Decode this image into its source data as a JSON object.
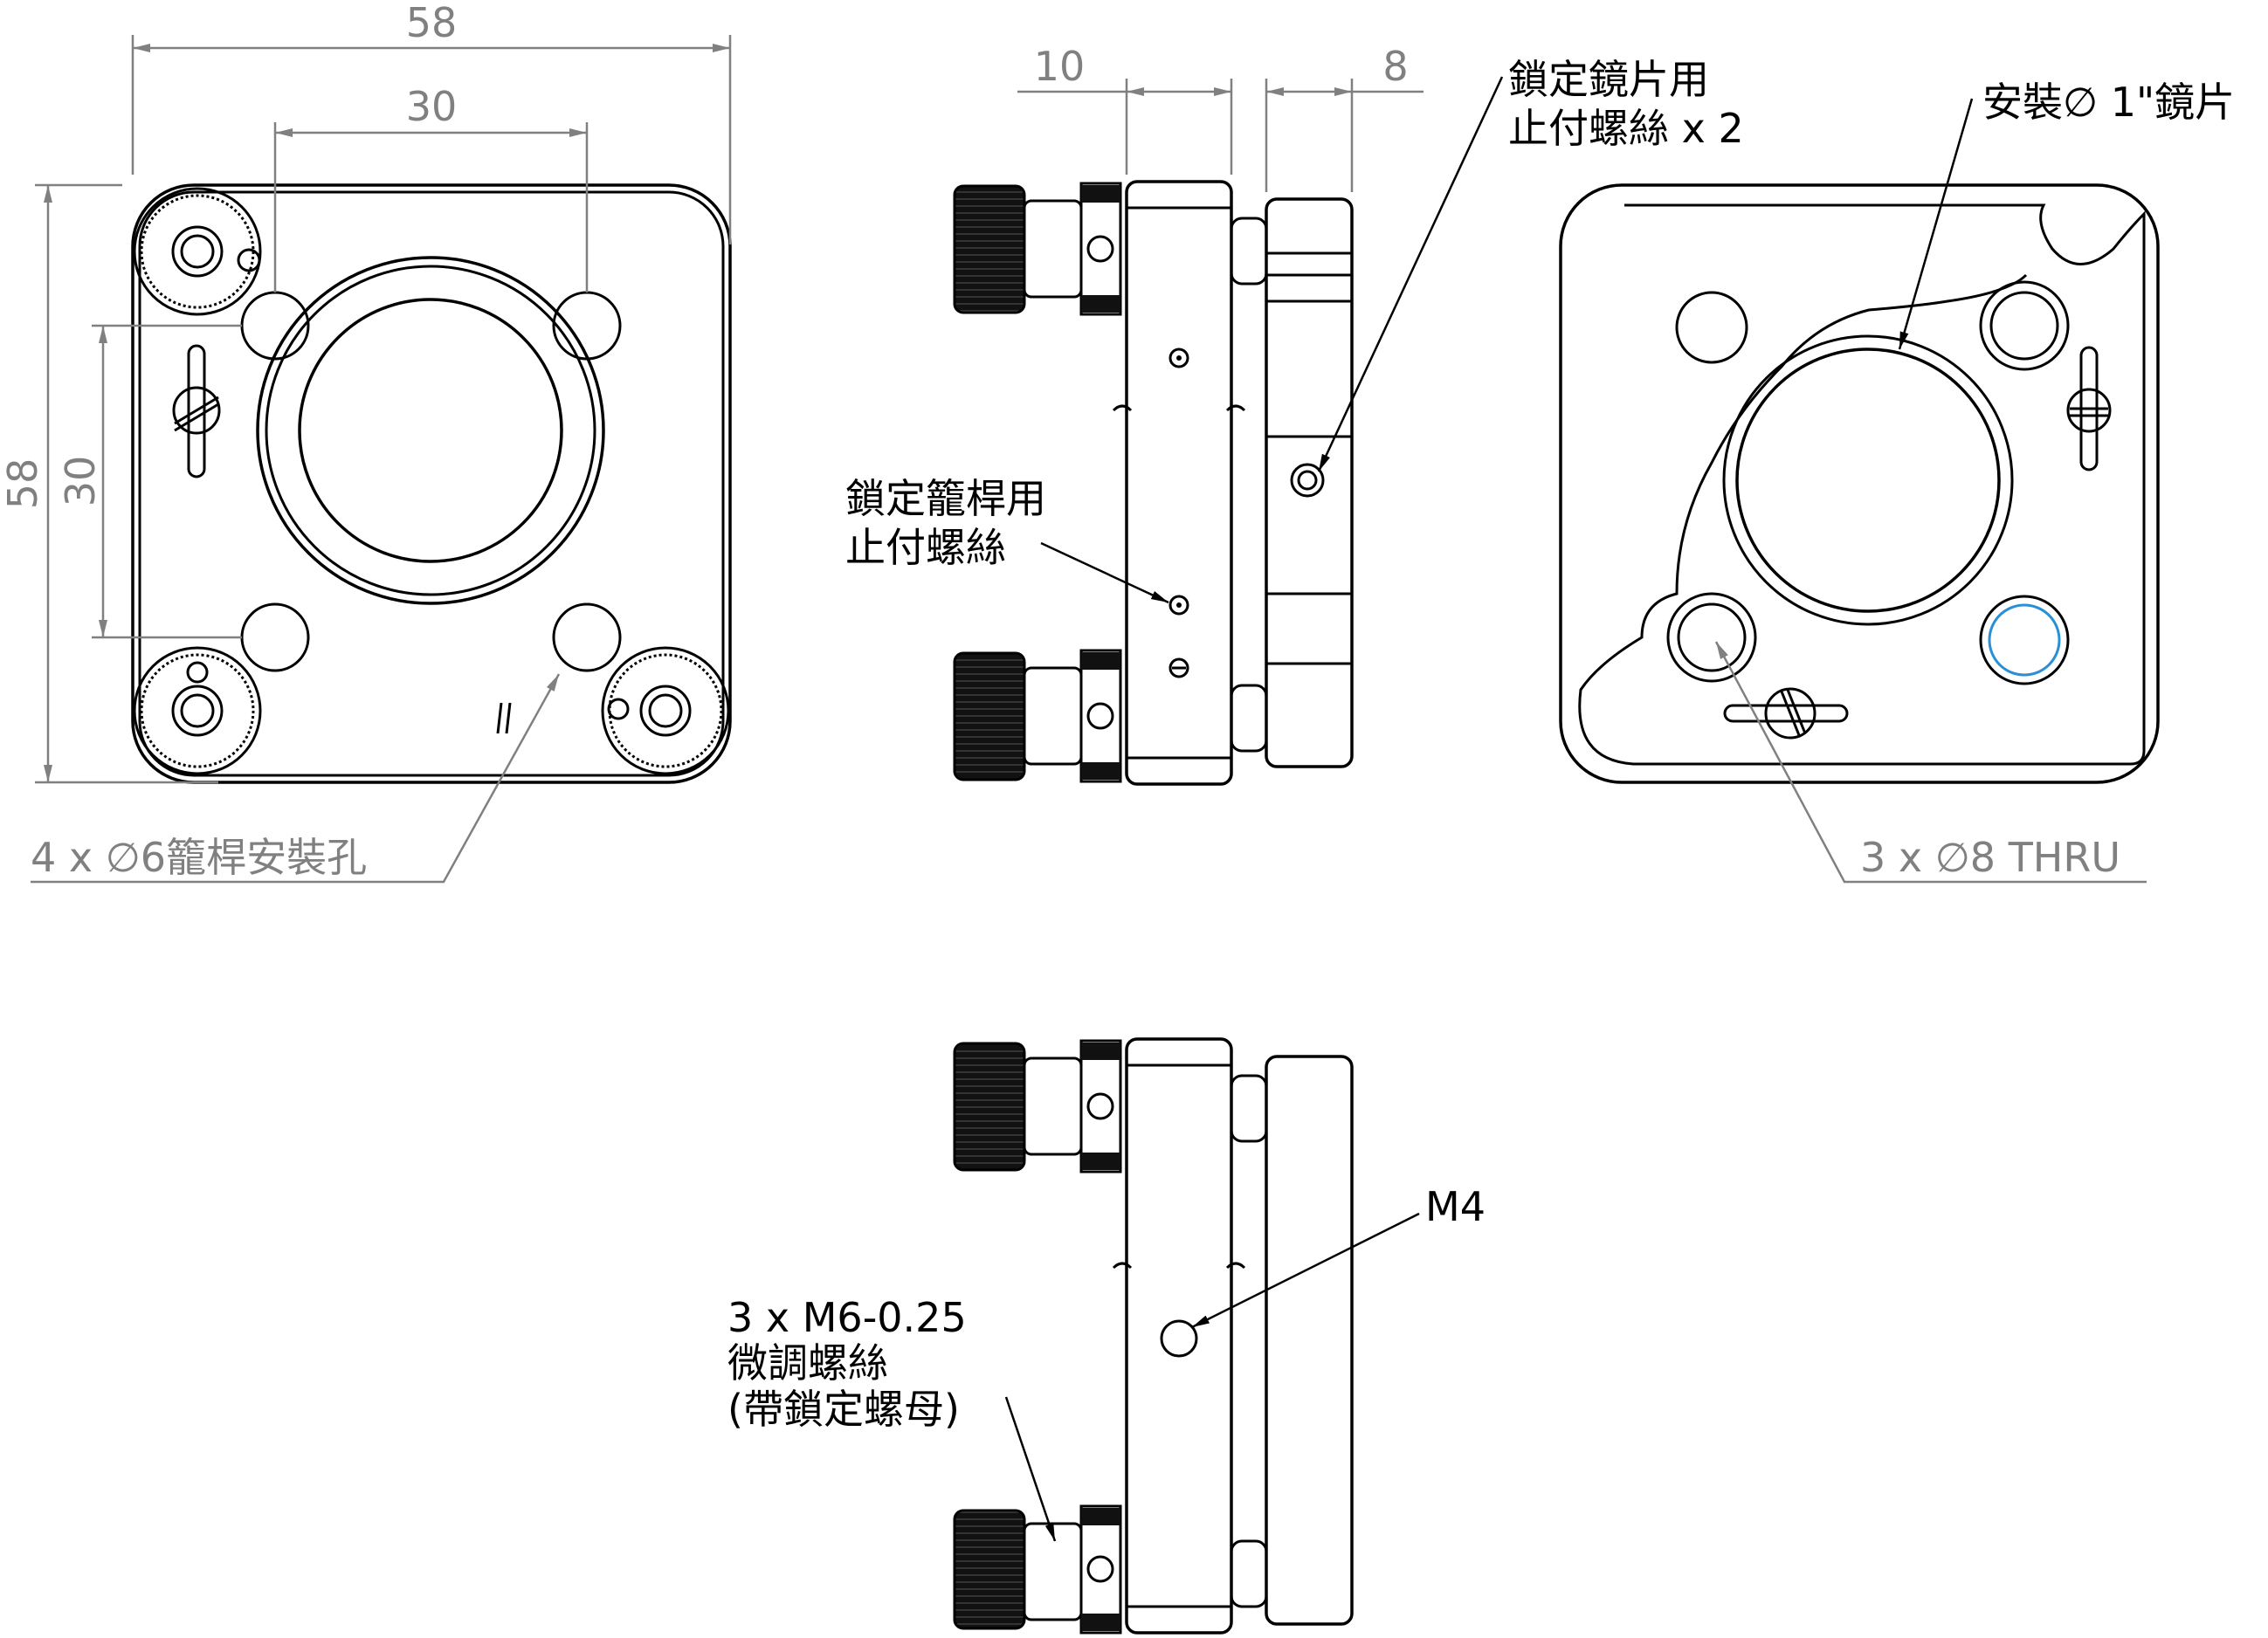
{
  "dimensions": {
    "front_width_outer": "58",
    "front_hole_spacing_h": "30",
    "front_height_outer": "58",
    "front_hole_spacing_v": "30",
    "side_depth_left": "10",
    "side_depth_right": "8"
  },
  "callouts": {
    "cage_rod_holes": "4 x ∅6籠桿安裝孔",
    "lock_optic_screw_line1": "鎖定鏡片用",
    "lock_optic_screw_line2": "止付螺絲 x 2",
    "mount_optic": "安裝∅ 1\"鏡片",
    "lock_cage_screw_line1": "鎖定籠桿用",
    "lock_cage_screw_line2": "止付螺絲",
    "thru_holes": "3 x ∅8 THRU",
    "m4_tap": "M4",
    "adjuster_line1": "3 x M6-0.25",
    "adjuster_line2": "微調螺絲",
    "adjuster_line3": "(帶鎖定螺母)"
  },
  "colors": {
    "line": "#000000",
    "dimension": "#808080",
    "highlight": "#2b8fd6"
  }
}
